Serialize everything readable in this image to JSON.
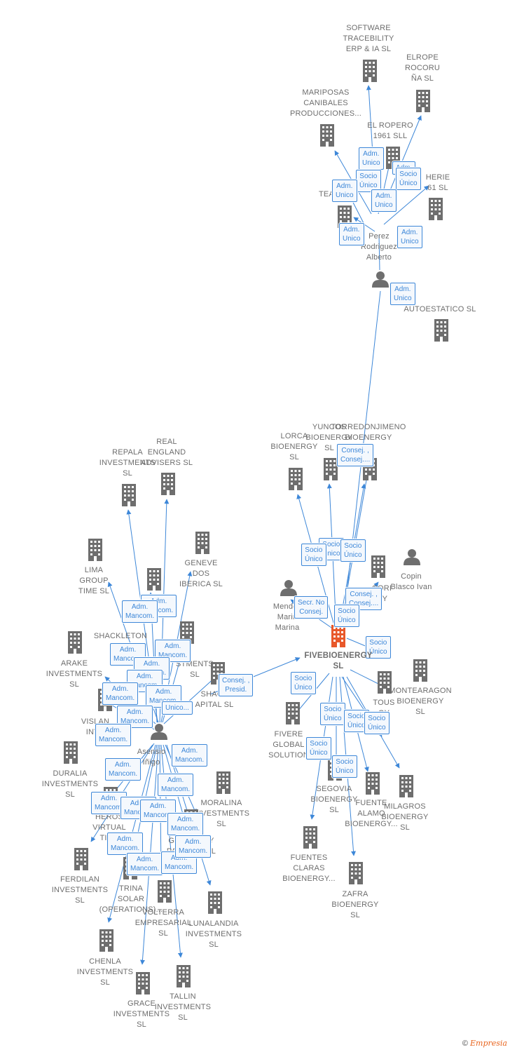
{
  "center": {
    "name": "FIVEBIOENERGY\nSL"
  },
  "nodes": [
    {
      "name": "SOFTWARE\nTRACEBILITY\nERP & IA  SL"
    },
    {
      "name": "ELROPE\nROCORU\nÑA  SL"
    },
    {
      "name": "MARIPOSAS\nCANIBALES\nPRODUCCIONES..."
    },
    {
      "name": "EL ROPERO\n1961  SLL"
    },
    {
      "name": "TEA"
    },
    {
      "name": "HERIE\n61  SL"
    },
    {
      "name": "Perez\nRodriguez\nAlberto"
    },
    {
      "name": "AUTOESTATICO SL"
    },
    {
      "name": "LORCA\nBIOENERGY\nSL"
    },
    {
      "name": "YUNCOS\nBIOENERGY\nSL"
    },
    {
      "name": "TORREDONJIMENO\nBIOENERGY"
    },
    {
      "name": "Copin\nBlasco Ivan"
    },
    {
      "name": "CORI\nGY"
    },
    {
      "name": "Mendez\nMarin\nMarina"
    },
    {
      "name": "MONTEARAGON\nBIOENERGY\nSL"
    },
    {
      "name": "TOUS\nGY"
    },
    {
      "name": "FIVERE\nGLOBAL\nSOLUTION"
    },
    {
      "name": "SEGOVIA\nBIOENERGY\nSL"
    },
    {
      "name": "FUENTE\nALAMO\nBIOENERGY..."
    },
    {
      "name": "MILAGROS\nBIOENERGY\nSL"
    },
    {
      "name": "FUENTES\nCLARAS\nBIOENERGY..."
    },
    {
      "name": "ZAFRA\nBIOENERGY\nSL"
    },
    {
      "name": "REPALA\nINVESTMENTS\nSL"
    },
    {
      "name": "REAL\nENGLAND\nADVISERS  SL"
    },
    {
      "name": "LIMA\nGROUP\nTIME  SL"
    },
    {
      "name": "GENEVE\nDOS\nIBERICA  SL"
    },
    {
      "name": "SHACKLETON\nRE"
    },
    {
      "name": "ARAKE\nINVESTMENTS\nSL"
    },
    {
      "name": "STMENTS\nSL"
    },
    {
      "name": "SHACK\nAPITAL SL"
    },
    {
      "name": "VISLAN\nINVE"
    },
    {
      "name": "Asensio\nIñigo"
    },
    {
      "name": "DURALIA\nINVESTMENTS\nSL"
    },
    {
      "name": "MORALINA\nINVESTMENTS\nSL"
    },
    {
      "name": "HEROS\nVIRTUAL\nTIME"
    },
    {
      "name": "GREEN BAY\nPACKERS  SL"
    },
    {
      "name": "FERDILAN\nINVESTMENTS\nSL"
    },
    {
      "name": "TRINA\nSOLAR\n(OPERATIONS)..."
    },
    {
      "name": "VOLTERRA\nEMPRESARIAL\nSL"
    },
    {
      "name": "LUNALANDIA\nINVESTMENTS\nSL"
    },
    {
      "name": "CHENLA\nINVESTMENTS\nSL"
    },
    {
      "name": "GRACE\nINVESTMENTS\nSL"
    },
    {
      "name": "TALLIN\nINVESTMENTS\nSL"
    }
  ],
  "relations": [
    "Adm.\nUnico",
    "Adm.",
    "Socio\nÚnico",
    "Socio\nÚnico",
    "Adm.\nUnico",
    "Adm.\nUnico",
    "Adm.\nUnico",
    "Adm.\nUnico",
    "Adm.\nUnico",
    "Consej. ,\nConsej....",
    "Socio\nÚnico",
    "Socio\nÚnico",
    "Socio\nÚnico",
    "Consej. ,\nConsej....",
    "Secr.  No\nConsej.",
    "Socio\nÚnico",
    "Socio\nÚnico",
    "Socio\nÚnico",
    "Socio\nÚnico",
    "Socio\nÚnico",
    "Socio\nÚnico",
    "Socio\nÚnico",
    "Socio\nÚnico",
    "Consej. ,\nPresid.",
    "Adm.\nMancom.",
    "Adm.\nMancom.",
    "Adm.\nMancom.",
    "Adm.\nMancom.",
    "Adm.\nMancom.",
    "Adm.\nMancom.",
    "Adm.\nMancom.",
    "Adm.\nMancom.",
    "Unico...",
    "Adm.\nMancom.",
    "Adm.\nMancom.",
    "Adm.\nMancom.",
    "Adm.\nMancom.",
    "Adm.\nMancom.",
    "Adm.\nMancom.",
    "Adm.\nMancom.",
    "Adm.\nMancom.",
    "Adm.\nMancom.",
    "Adm.\nMancom.",
    "Adm.\nMancom.",
    "Adm.\nMancom.",
    "Adm.\nMancom."
  ],
  "footer": {
    "copyright": "©",
    "brand": "Empresia"
  },
  "colors": {
    "edge": "#3d87d8",
    "company": "#6e6e6e",
    "center": "#e8582a",
    "person": "#6e6e6e"
  }
}
